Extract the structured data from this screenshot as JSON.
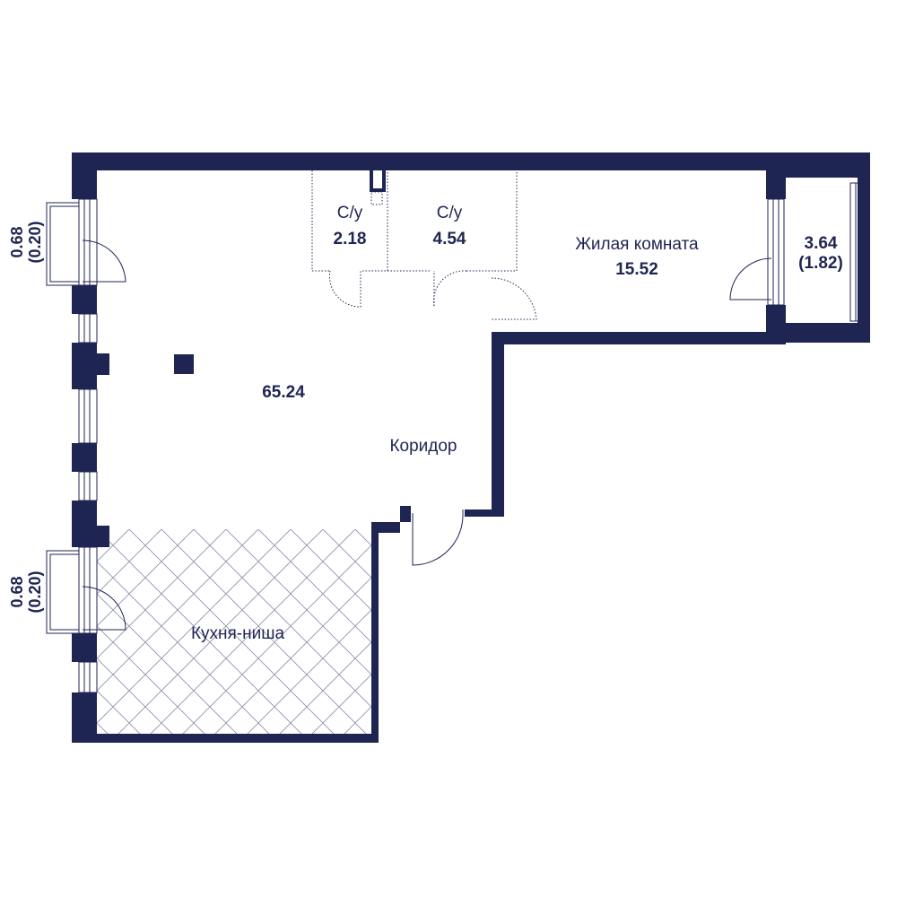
{
  "colors": {
    "wall": "#1f2552",
    "line": "#1f2552",
    "background": "#ffffff"
  },
  "rooms": {
    "wc1": {
      "name": "С/у",
      "area": "2.18"
    },
    "wc2": {
      "name": "С/у",
      "area": "4.54"
    },
    "living": {
      "name": "Жилая комната",
      "area": "15.52"
    },
    "main": {
      "area": "65.24"
    },
    "corridor": {
      "name": "Коридор"
    },
    "kitchen": {
      "name": "Кухня-ниша"
    }
  },
  "balconies": {
    "left_top": {
      "area": "0.68",
      "sub": "(0.20)"
    },
    "left_bottom": {
      "area": "0.68",
      "sub": "(0.20)"
    },
    "right": {
      "area": "3.64",
      "sub": "(1.82)"
    }
  }
}
